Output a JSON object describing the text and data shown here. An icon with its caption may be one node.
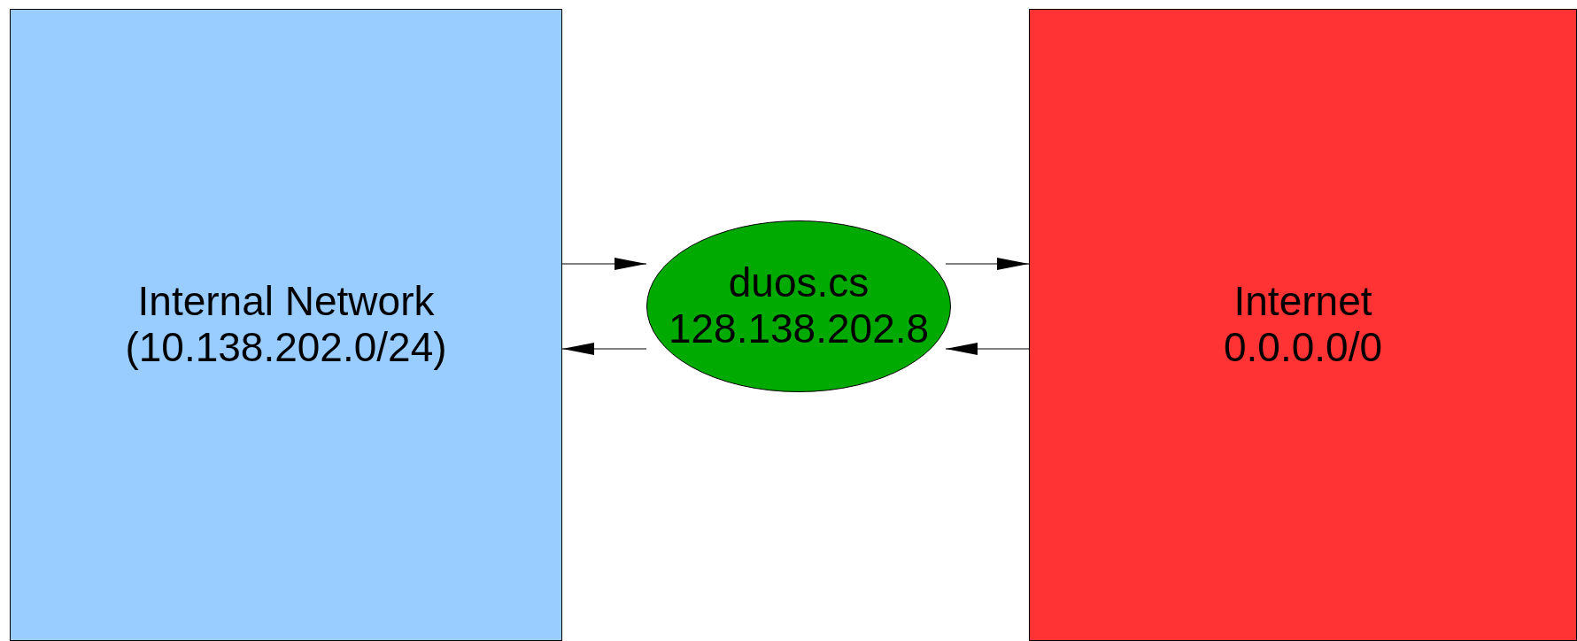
{
  "diagram": {
    "nodes": [
      {
        "text": [
          "Internal Network (10.138.202.0/24)"
        ]
      },
      {
        "text": [
          "duos.cs 128.138.202.8"
        ]
      },
      {
        "text": [
          "Internet 0.0.0.0/0"
        ]
      }
    ],
    "edges": [
      {
        "from": 0,
        "to": 1,
        "arrow": "to"
      },
      {
        "from": 1,
        "to": 2,
        "arrow": "to"
      },
      {
        "from": 2,
        "to": 1,
        "arrow": "to"
      },
      {
        "from": 1,
        "to": 0,
        "arrow": "to"
      }
    ]
  }
}
